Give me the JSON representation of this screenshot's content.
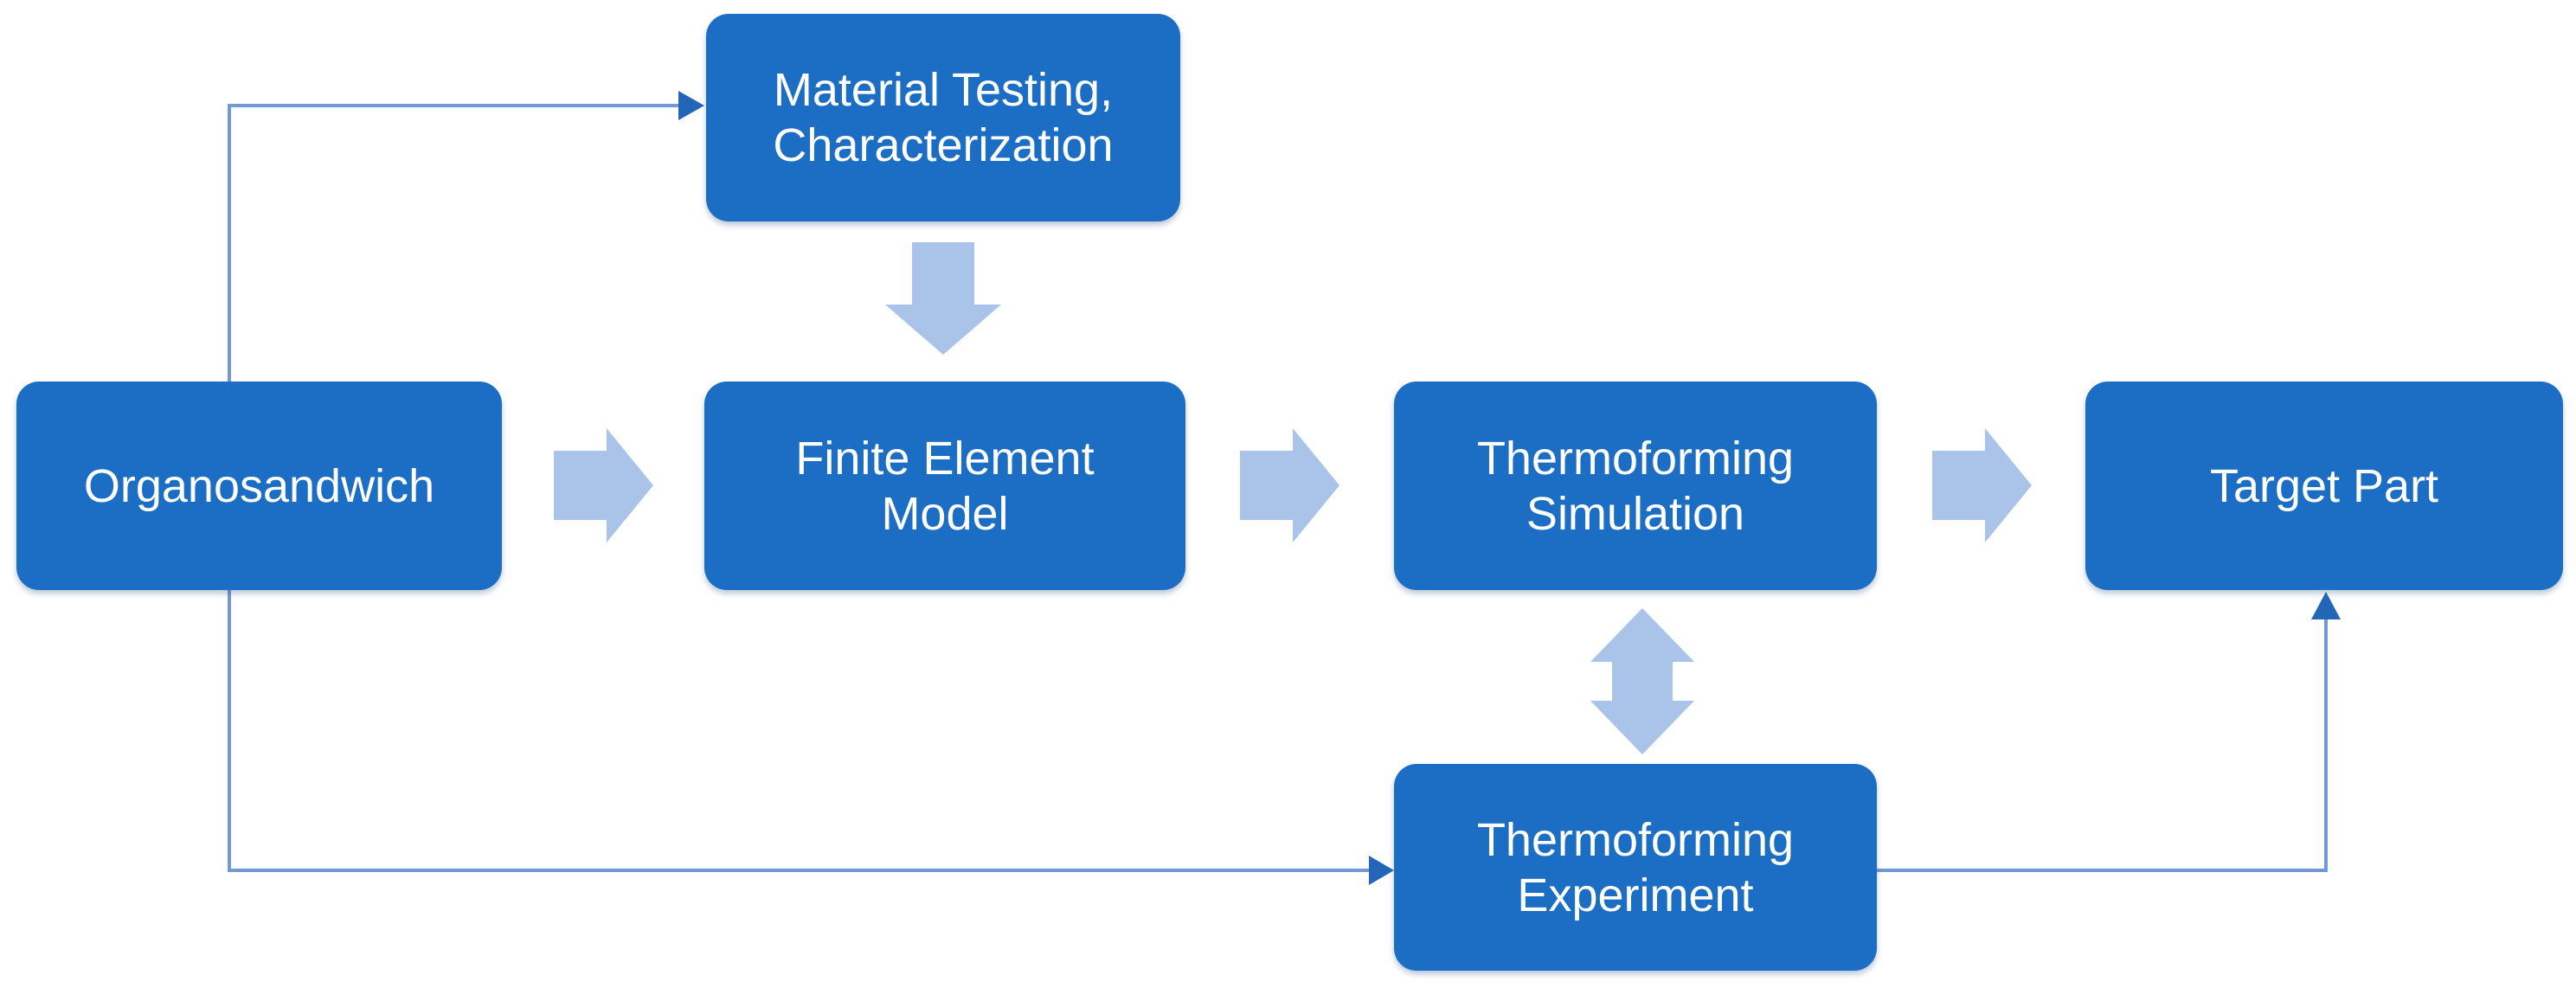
{
  "colors": {
    "background": "#ffffff",
    "node-fill": "#1c6ec4",
    "node-text": "#ffffff",
    "block-arrow": "#a9c4e8",
    "connector-line": "#7498d6",
    "connector-arrowhead": "#2366b8"
  },
  "nodes": {
    "organosandwich": {
      "label": "Organosandwich"
    },
    "material_testing": {
      "label": "Material Testing,\nCharacterization"
    },
    "finite_element_model": {
      "label": "Finite Element\nModel"
    },
    "thermoforming_simulation": {
      "label": "Thermoforming\nSimulation"
    },
    "target_part": {
      "label": "Target Part"
    },
    "thermoforming_experiment": {
      "label": "Thermoforming\nExperiment"
    }
  },
  "edges": [
    {
      "from": "organosandwich",
      "to": "material_testing",
      "style": "thin-elbow-arrow"
    },
    {
      "from": "material_testing",
      "to": "finite_element_model",
      "style": "block-arrow-down"
    },
    {
      "from": "organosandwich",
      "to": "finite_element_model",
      "style": "block-arrow-right"
    },
    {
      "from": "finite_element_model",
      "to": "thermoforming_simulation",
      "style": "block-arrow-right"
    },
    {
      "from": "thermoforming_simulation",
      "to": "target_part",
      "style": "block-arrow-right"
    },
    {
      "from": "thermoforming_simulation",
      "to": "thermoforming_experiment",
      "style": "block-arrow-double-vertical"
    },
    {
      "from": "organosandwich",
      "to": "thermoforming_experiment",
      "style": "thin-elbow-arrow"
    },
    {
      "from": "thermoforming_experiment",
      "to": "target_part",
      "style": "thin-elbow-arrow"
    }
  ]
}
